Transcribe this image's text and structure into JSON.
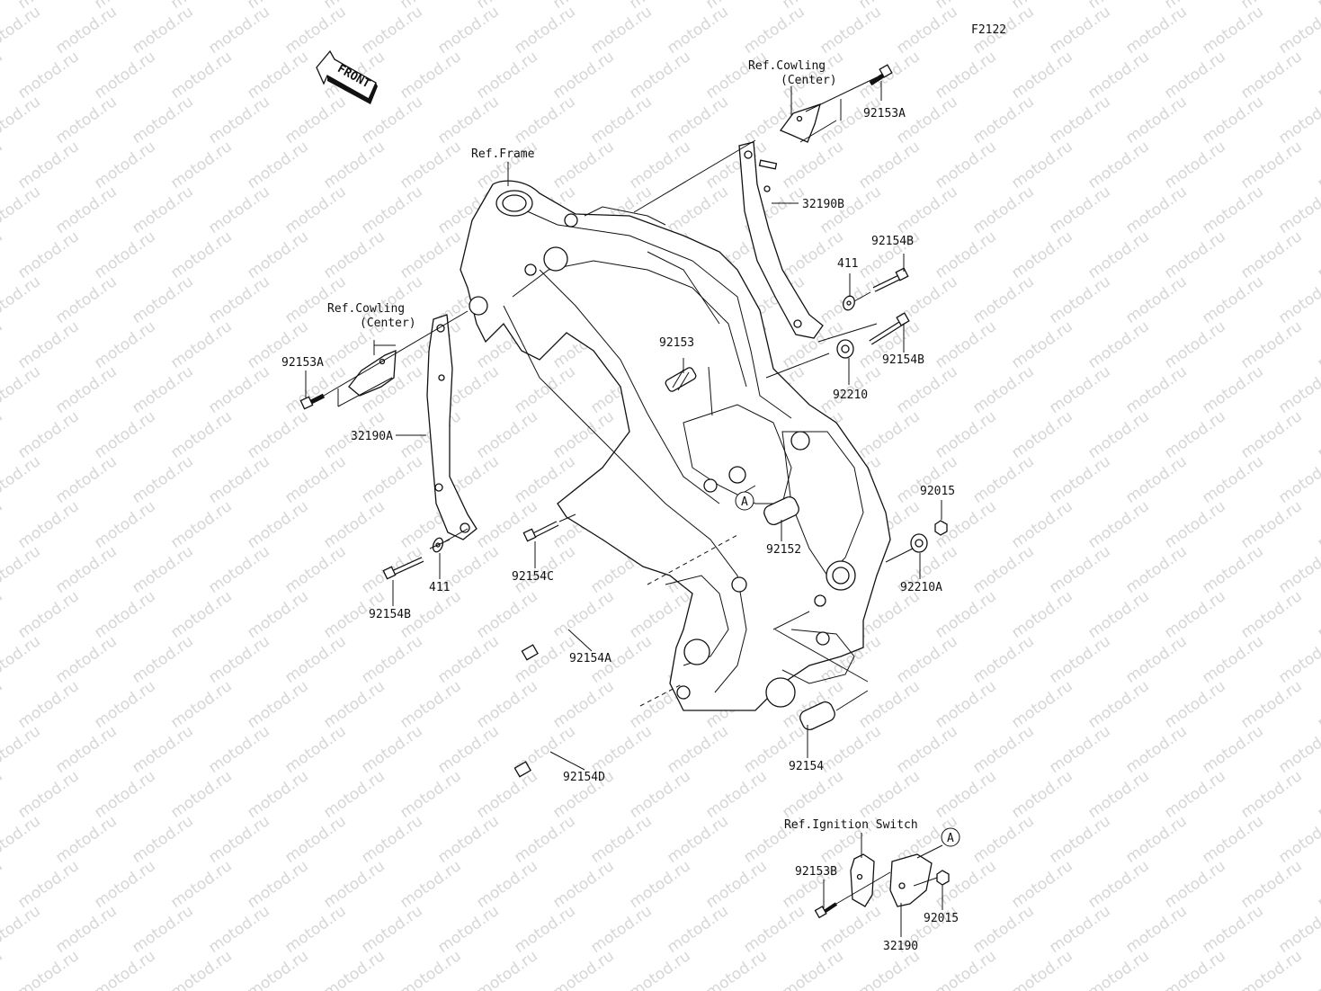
{
  "figure_code": "F2122",
  "watermark": "motod.ru",
  "direction_arrow": "FRONT",
  "labels": {
    "ref_frame": "Ref.Frame",
    "ref_cowling_right_1": "Ref.Cowling",
    "ref_cowling_right_2": "(Center)",
    "ref_cowling_left_1": "Ref.Cowling",
    "ref_cowling_left_2": "(Center)",
    "ref_ignition": "Ref.Ignition Switch",
    "p_92153A_right": "92153A",
    "p_32190B": "32190B",
    "p_92154B_top": "92154B",
    "p_411_right": "411",
    "p_92154B_mid": "92154B",
    "p_92210": "92210",
    "p_92153": "92153",
    "p_92153A_left": "92153A",
    "p_32190A": "32190A",
    "p_92015_right": "92015",
    "p_92152": "92152",
    "p_92210A": "92210A",
    "p_92154C": "92154C",
    "p_411_left": "411",
    "p_92154B_left": "92154B",
    "p_92154A": "92154A",
    "p_92154D": "92154D",
    "p_92154": "92154",
    "p_92153B": "92153B",
    "p_92015_bottom": "92015",
    "p_32190": "32190",
    "callout_A_center": "A",
    "callout_A_bottom": "A"
  }
}
